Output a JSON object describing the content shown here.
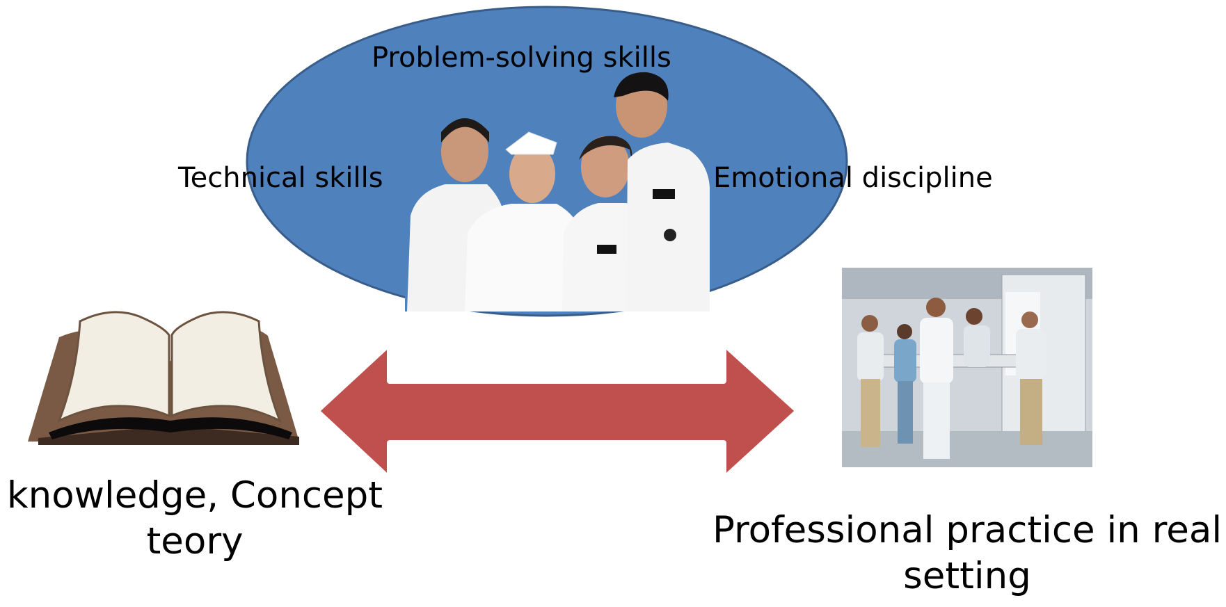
{
  "ellipse": {
    "top_label": "Problem-solving skills",
    "left_label": "Technical skills",
    "right_label": "Emotional discipline",
    "fill": "#4f81bd",
    "stroke": "#385d8a"
  },
  "arrow": {
    "fill": "#c0504d"
  },
  "left": {
    "icon": "open-book-icon",
    "line1": "knowledge, Concept",
    "line2": "teory"
  },
  "right": {
    "icon": "clinical-team-illustration",
    "line1": "Professional practice in real",
    "line2": "setting"
  },
  "center": {
    "icon": "nurses-group-photo"
  }
}
